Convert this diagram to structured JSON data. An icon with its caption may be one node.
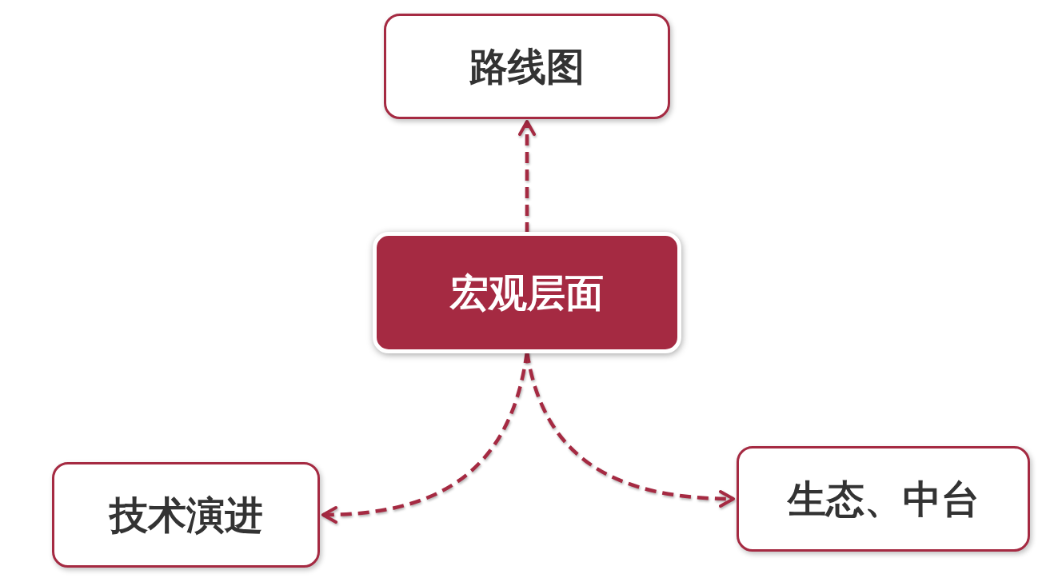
{
  "diagram": {
    "nodes": [
      {
        "text": [
          "路线图"
        ]
      },
      {
        "text": [
          "宏观层面"
        ]
      },
      {
        "text": [
          "技术演进"
        ]
      },
      {
        "text": [
          "生态、中台"
        ]
      }
    ],
    "edges": [
      {
        "from": 1,
        "to": 0,
        "arrow": "to",
        "style": "dashed"
      },
      {
        "from": 1,
        "to": 2,
        "arrow": "to",
        "style": "dashed"
      },
      {
        "from": 1,
        "to": 3,
        "arrow": "to",
        "style": "dashed"
      }
    ]
  }
}
